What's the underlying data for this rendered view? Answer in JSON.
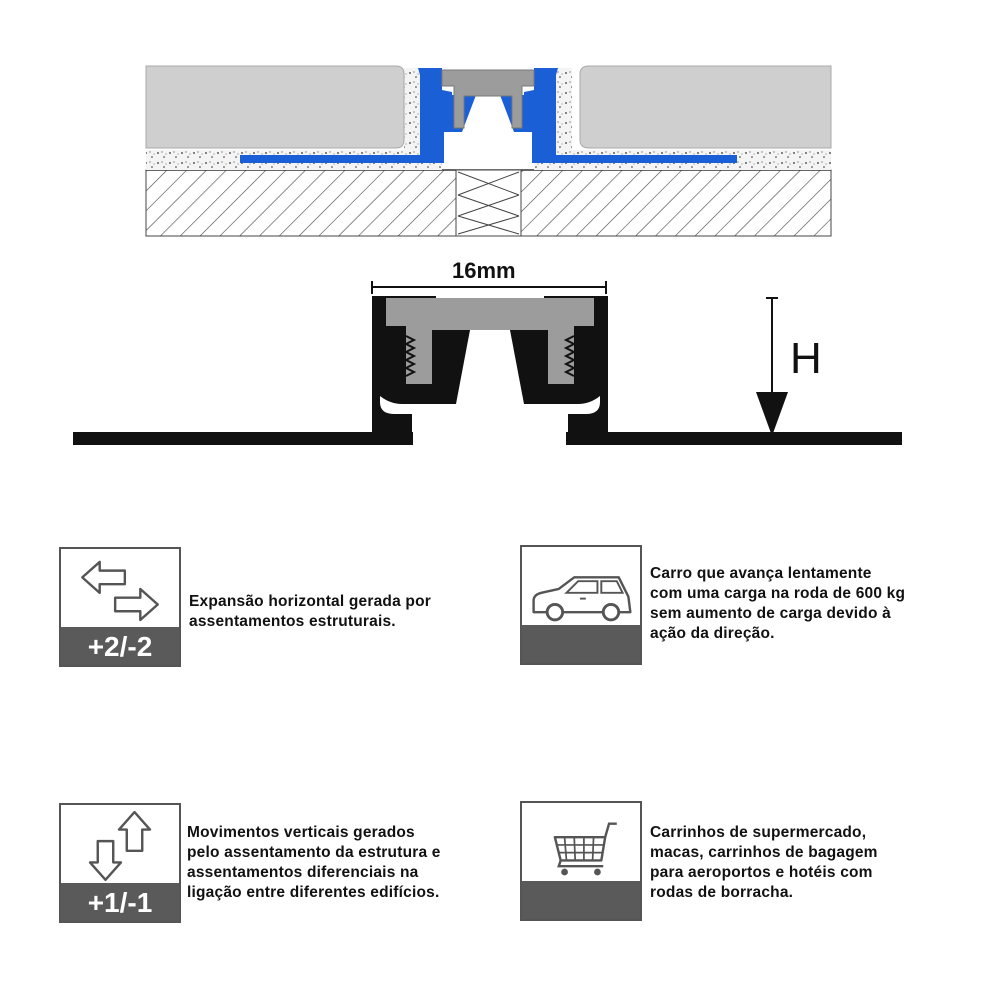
{
  "dimension_label": "16mm",
  "height_label": "H",
  "features": [
    {
      "icon": "horizontal-arrows-icon",
      "badge": "+2/-2",
      "text": [
        "Expansão horizontal gerada por",
        "assentamentos estruturais."
      ]
    },
    {
      "icon": "car-icon",
      "badge": "",
      "text": [
        "Carro que avança lentamente",
        "com uma carga na roda de 600 kg",
        "sem aumento de carga devido à",
        "ação da direção."
      ]
    },
    {
      "icon": "vertical-arrows-icon",
      "badge": "+1/-1",
      "text": [
        "Movimentos verticais gerados",
        "pelo assentamento da estrutura e",
        "assentamentos diferenciais na",
        "ligação entre diferentes edifícios."
      ]
    },
    {
      "icon": "shopping-cart-icon",
      "badge": "",
      "text": [
        "Carrinhos de supermercado,",
        "macas, carrinhos de bagagem",
        "para aeroportos e hotéis com",
        "rodas de borracha."
      ]
    }
  ],
  "colors": {
    "profile_blue": "#1a5fd6",
    "tile_gray": "#cfcfcf",
    "insert_gray": "#9c9c9c",
    "band_gray": "#5a5a5a"
  }
}
